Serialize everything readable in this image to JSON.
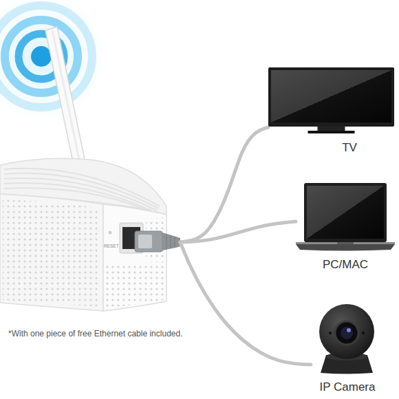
{
  "diagram": {
    "nodes": [
      {
        "text": [
          "RESET"
        ]
      },
      {
        "text": [
          "TV"
        ]
      },
      {
        "text": [
          "PC/MAC"
        ]
      },
      {
        "text": [
          "IP Camera"
        ]
      }
    ],
    "edges": [
      {
        "from": 0,
        "to": 1,
        "arrow": "none"
      },
      {
        "from": 0,
        "to": 2,
        "arrow": "none"
      },
      {
        "from": 0,
        "to": 3,
        "arrow": "none"
      }
    ],
    "labels": [
      "*With one piece of free Ethernet cable included."
    ]
  }
}
